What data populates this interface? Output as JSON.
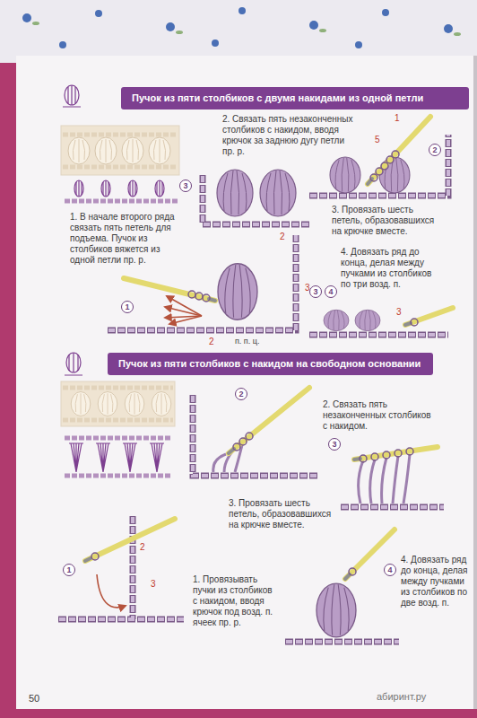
{
  "diagram": {
    "nodes": [
      {
        "text": [
          "Пучок из пяти столбиков с двумя накидами из одной петли"
        ]
      },
      {
        "text": [
          "Пучок из пяти столбиков с накидом на свободном основании"
        ]
      }
    ],
    "labels": [
      "1. В начале второго ряда связать пять петель для подъема. Пучок из столбиков вяжется из одной петли пр. р.",
      "2. Связать пять незаконченных столбиков с накидом, вводя крючок за заднюю дугу петли пр. р.",
      "3. Провязать шесть петель, образовавшихся на крючке вместе.",
      "4. Довязать ряд до конца, делая между пучками из столбиков по три возд. п.",
      "3",
      "2",
      "1",
      "3",
      "4",
      "1",
      "5",
      "2",
      "3",
      "2",
      "п. п. ц.",
      "3",
      "2. Связать пять незаконченных столбиков с накидом.",
      "3. Провязать шесть петель, образовавшихся на крючке вместе.",
      "1. Провязывать пучки из столбиков с накидом, вводя крючок под возд. п. ячеек пр. р.",
      "4. Довязать ряд до конца, делая между пучками из столбиков по две возд. п.",
      "2",
      "3",
      "1",
      "4",
      "2",
      "3",
      "50",
      "абиринт.ру"
    ]
  }
}
